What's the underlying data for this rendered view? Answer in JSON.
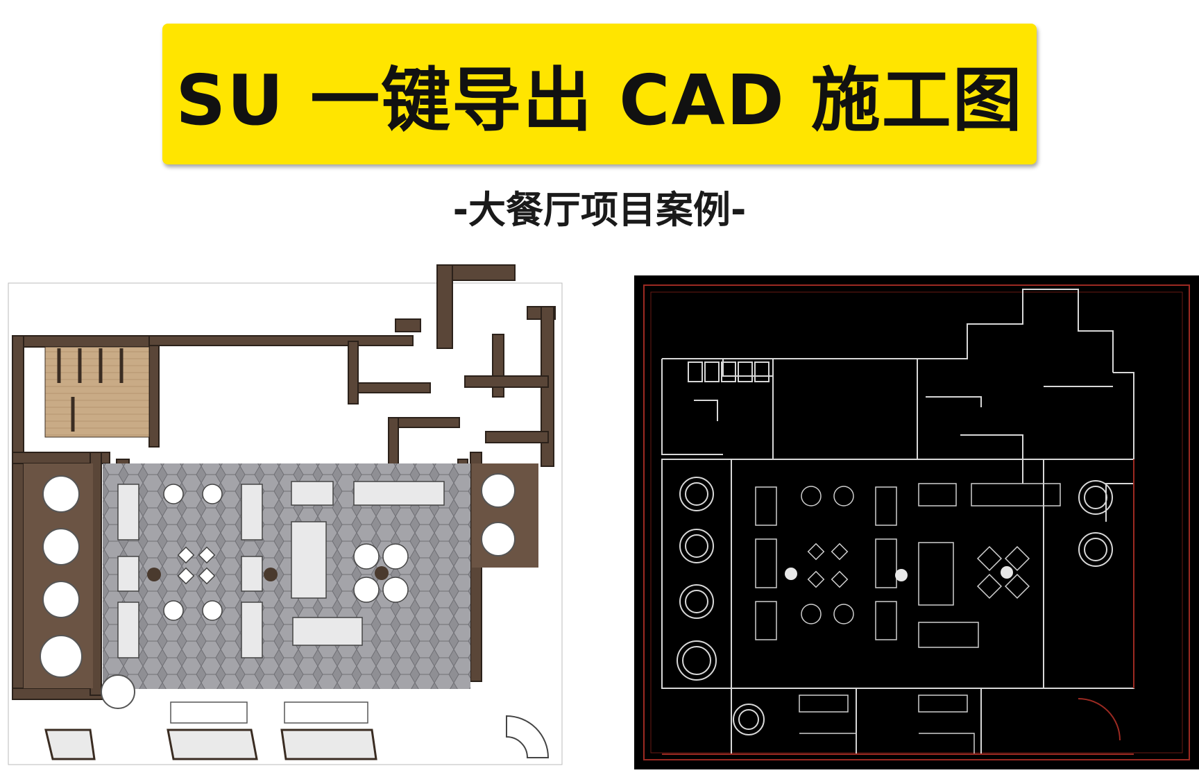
{
  "title": "SU 一键导出 CAD 施工图",
  "subtitle": "-大餐厅项目案例-",
  "colors": {
    "banner": "#FFE500",
    "title_text": "#111111",
    "su_wall": "#5a4638",
    "su_floor": "#8e8e92",
    "su_wood": "#c9ab86",
    "cad_background": "#000000",
    "cad_line": "#d8d8d8",
    "cad_red": "#9c2a22"
  },
  "panels": {
    "left": {
      "kind": "sketchup-floor-plan-render"
    },
    "right": {
      "kind": "cad-floor-plan-drawing"
    }
  }
}
